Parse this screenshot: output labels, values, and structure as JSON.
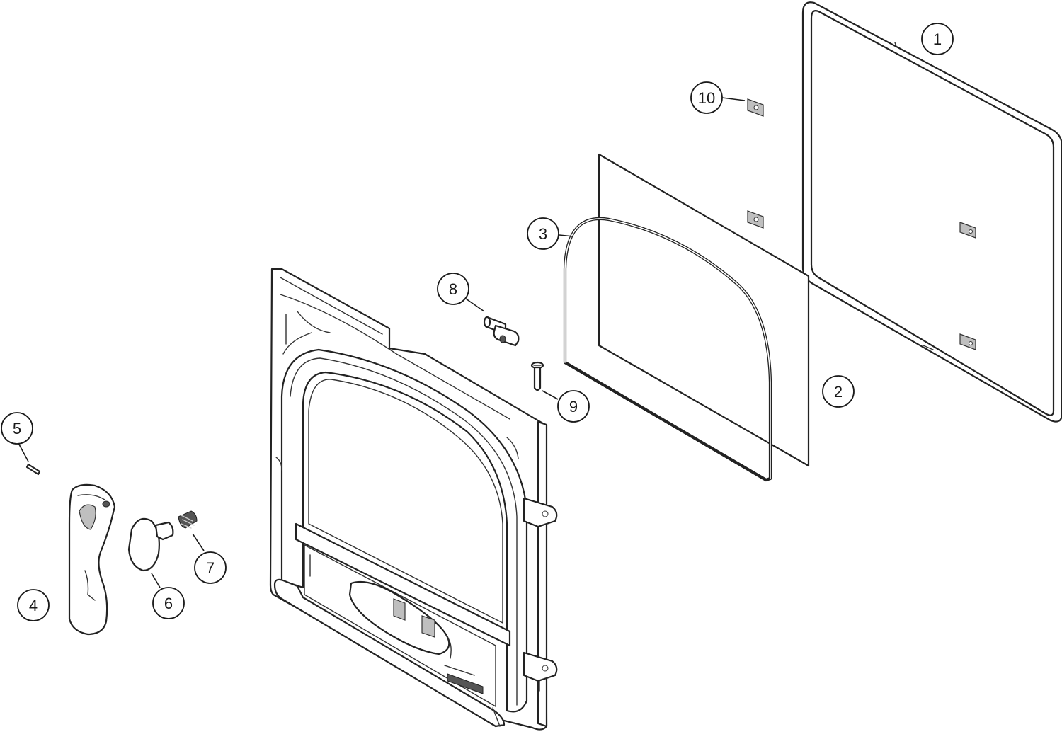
{
  "callouts": [
    {
      "id": "1",
      "label": "1",
      "part": "outer-frame"
    },
    {
      "id": "2",
      "label": "2",
      "part": "glass-panel"
    },
    {
      "id": "3",
      "label": "3",
      "part": "gasket"
    },
    {
      "id": "4",
      "label": "4",
      "part": "handle"
    },
    {
      "id": "5",
      "label": "5",
      "part": "pin"
    },
    {
      "id": "6",
      "label": "6",
      "part": "latch-cam"
    },
    {
      "id": "7",
      "label": "7",
      "part": "spring"
    },
    {
      "id": "8",
      "label": "8",
      "part": "hinge-pin"
    },
    {
      "id": "9",
      "label": "9",
      "part": "screw"
    },
    {
      "id": "10",
      "label": "10",
      "part": "glass-clip"
    }
  ]
}
